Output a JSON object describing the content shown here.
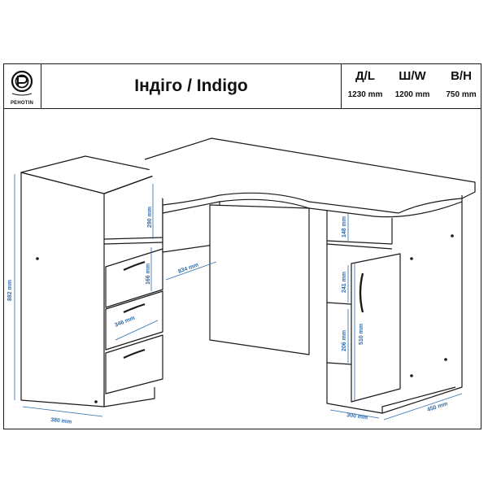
{
  "header": {
    "brand": "PEHOTIN",
    "title": "Індіго / Indigo",
    "dimensions": [
      {
        "label": "Д/L",
        "value": "1230 mm"
      },
      {
        "label": "Ш/W",
        "value": "1200 mm"
      },
      {
        "label": "В/Н",
        "value": "750 mm"
      }
    ]
  },
  "drawing": {
    "dim_labels": {
      "total_height": "882 mm",
      "shelf_opening": "290 mm",
      "drawer_height": "166 mm",
      "drawer_width": "346 mm",
      "cabinet_depth": "380 mm",
      "desk_depth": "834 mm",
      "upper_shelf": "148 mm",
      "door_shelf": "241 mm",
      "lower_shelf": "206 mm",
      "door_height": "510 mm",
      "pedestal_width": "300 mm",
      "pedestal_depth": "450 mm"
    },
    "colors": {
      "line": "#1a1a1a",
      "dimension": "#2b6cb0"
    }
  }
}
